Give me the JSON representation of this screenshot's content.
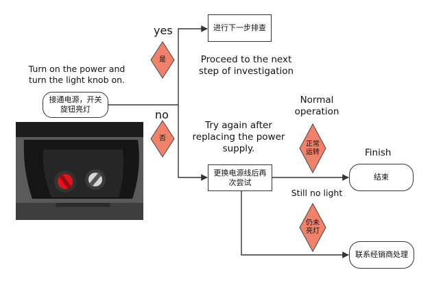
{
  "nodes": {
    "start": "接通电源，开关旋钮亮灯",
    "next_step": "进行下一步排查",
    "replace": "更换电源线后再次尝试",
    "finish": "结束",
    "dealer": "联系经销商处理"
  },
  "decisions": {
    "yes": "是",
    "no": "否",
    "normal": "正常运转",
    "no_light": "仍未亮灯"
  },
  "labels": {
    "yes": "yes",
    "no": "no",
    "turn_on": "Turn on the power and turn the light knob on.",
    "proceed": "Proceed to the next step of investigation",
    "try_again": "Try again after replacing the power supply.",
    "normal_operation": "Normal operation",
    "finish": "Finish",
    "still_no_light": "Still no light"
  },
  "colors": {
    "decision_fill": "#f0826c",
    "line": "#333333"
  }
}
